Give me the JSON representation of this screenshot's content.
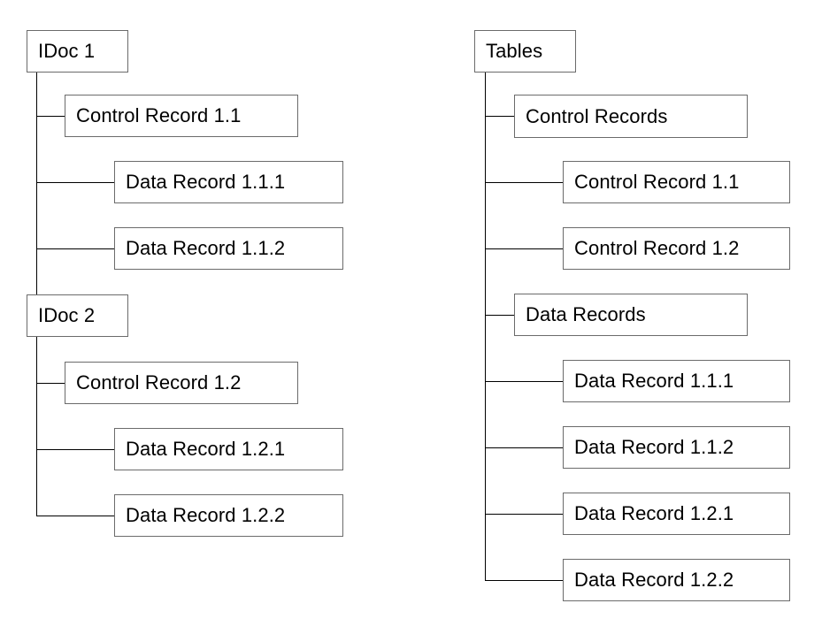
{
  "diagram": {
    "type": "tree-diagram",
    "background_color": "#ffffff",
    "box_border_color": "#6b6b6b",
    "connector_color": "#000000",
    "text_color": "#000000",
    "trees": [
      {
        "name": "idoc-tree",
        "roots": [
          {
            "label": "IDoc 1",
            "children": [
              {
                "label": "Control Record 1.1"
              },
              {
                "label": "Data Record 1.1.1"
              },
              {
                "label": "Data Record 1.1.2"
              }
            ]
          },
          {
            "label": "IDoc 2",
            "children": [
              {
                "label": "Control Record 1.2"
              },
              {
                "label": "Data Record 1.2.1"
              },
              {
                "label": "Data Record 1.2.2"
              }
            ]
          }
        ]
      },
      {
        "name": "tables-tree",
        "roots": [
          {
            "label": "Tables",
            "children": [
              {
                "label": "Control Records"
              },
              {
                "label": "Control Record 1.1"
              },
              {
                "label": "Control Record 1.2"
              },
              {
                "label": "Data Records"
              },
              {
                "label": "Data Record 1.1.1"
              },
              {
                "label": "Data Record 1.1.2"
              },
              {
                "label": "Data Record 1.2.1"
              },
              {
                "label": "Data Record 1.2.2"
              }
            ]
          }
        ]
      }
    ],
    "nodes": {
      "left": {
        "idoc1": "IDoc 1",
        "control_record_11": "Control Record 1.1",
        "data_record_111": "Data Record 1.1.1",
        "data_record_112": "Data Record 1.1.2",
        "idoc2": "IDoc 2",
        "control_record_12": "Control Record 1.2",
        "data_record_121": "Data Record 1.2.1",
        "data_record_122": "Data Record 1.2.2"
      },
      "right": {
        "tables": "Tables",
        "control_records": "Control Records",
        "control_record_11": "Control Record 1.1",
        "control_record_12": "Control Record 1.2",
        "data_records": "Data Records",
        "data_record_111": "Data Record 1.1.1",
        "data_record_112": "Data Record 1.1.2",
        "data_record_121": "Data Record 1.2.1",
        "data_record_122": "Data Record 1.2.2"
      }
    }
  }
}
